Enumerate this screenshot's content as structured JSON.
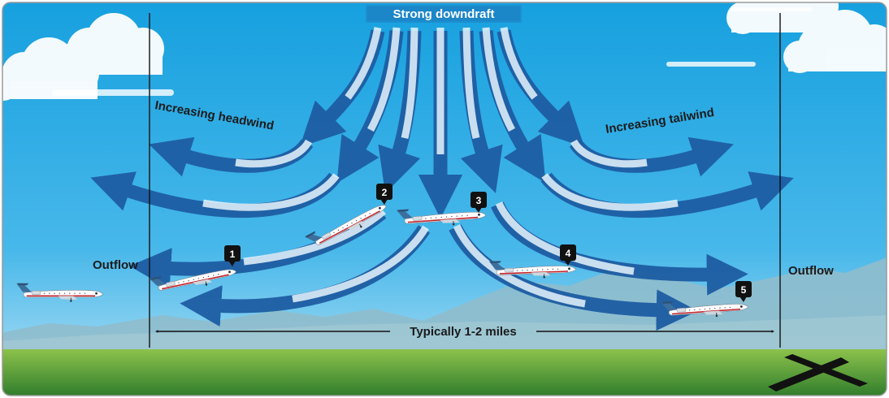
{
  "diagram": {
    "title": "Strong downdraft",
    "left_curve_label": "Increasing headwind",
    "right_curve_label": "Increasing tailwind",
    "outflow_left": "Outflow",
    "outflow_right": "Outflow",
    "span_label": "Typically 1-2 miles",
    "positions": [
      "1",
      "2",
      "3",
      "4",
      "5"
    ]
  },
  "colors": {
    "sky_top": "#1aa5e2",
    "sky_bottom": "#8fd3f3",
    "arrow_dark": "#1f5fa6",
    "arrow_light": "#ffffff",
    "ground_light": "#7fb844",
    "ground_dark": "#2f7a2a",
    "mountains": "#8fb9c8",
    "badge": "#111111"
  },
  "icons": [
    "airplane-icon",
    "runway-cross-icon",
    "cloud-icon"
  ]
}
